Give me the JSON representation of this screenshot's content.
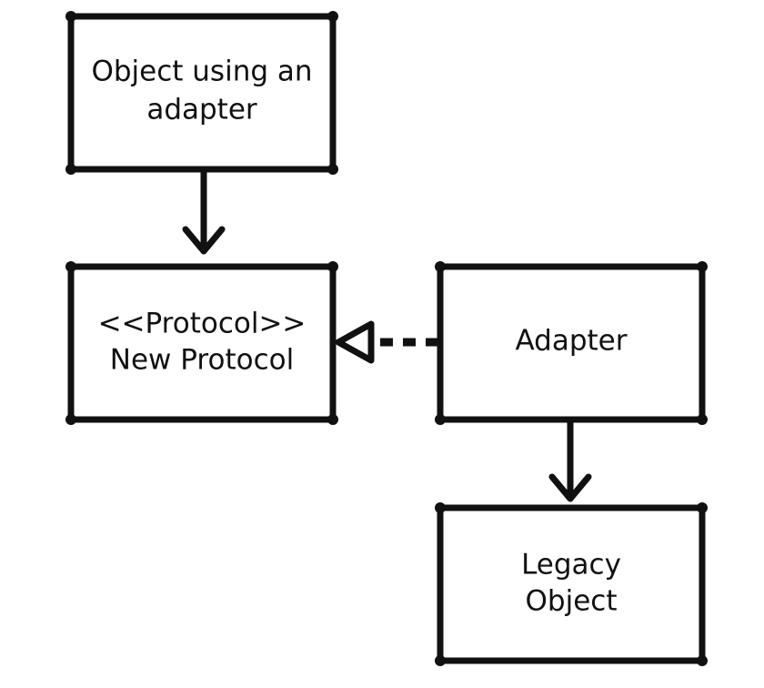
{
  "nodes": {
    "client": {
      "lines": [
        "Object using an",
        "adapter"
      ]
    },
    "protocol": {
      "lines": [
        "<<Protocol>>",
        "New Protocol"
      ]
    },
    "adapter": {
      "lines": [
        "Adapter"
      ]
    },
    "legacy": {
      "lines": [
        "Legacy",
        "Object"
      ]
    }
  },
  "edges": [
    {
      "from": "client",
      "to": "protocol",
      "style": "solid"
    },
    {
      "from": "adapter",
      "to": "protocol",
      "style": "dashed-hollow"
    },
    {
      "from": "adapter",
      "to": "legacy",
      "style": "solid"
    }
  ],
  "colors": {
    "stroke": "#111111",
    "background": "#ffffff"
  }
}
